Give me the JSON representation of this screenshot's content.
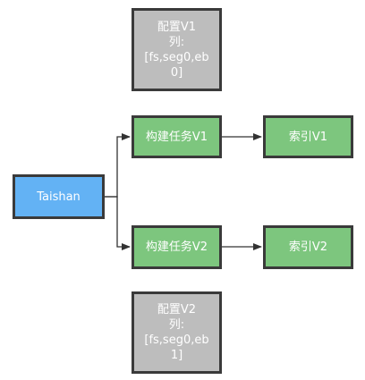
{
  "nodes": {
    "taishan": "Taishan",
    "config_v1": "配置V1\n列:\n[fs,seg0,eb\n0]",
    "build_v1": "构建任务V1",
    "index_v1": "索引V1",
    "build_v2": "构建任务V2",
    "index_v2": "索引V2",
    "config_v2": "配置V2\n列:\n[fs,seg0,eb\n1]"
  },
  "colors": {
    "config_fill": "#bdbdbd",
    "task_fill": "#7dc67e",
    "source_fill": "#63b2f4",
    "border": "#3a3a3a",
    "edge": "#333333"
  },
  "edges": [
    {
      "from": "taishan",
      "to": "build_v1"
    },
    {
      "from": "taishan",
      "to": "build_v2"
    },
    {
      "from": "build_v1",
      "to": "index_v1"
    },
    {
      "from": "build_v2",
      "to": "index_v2"
    }
  ]
}
